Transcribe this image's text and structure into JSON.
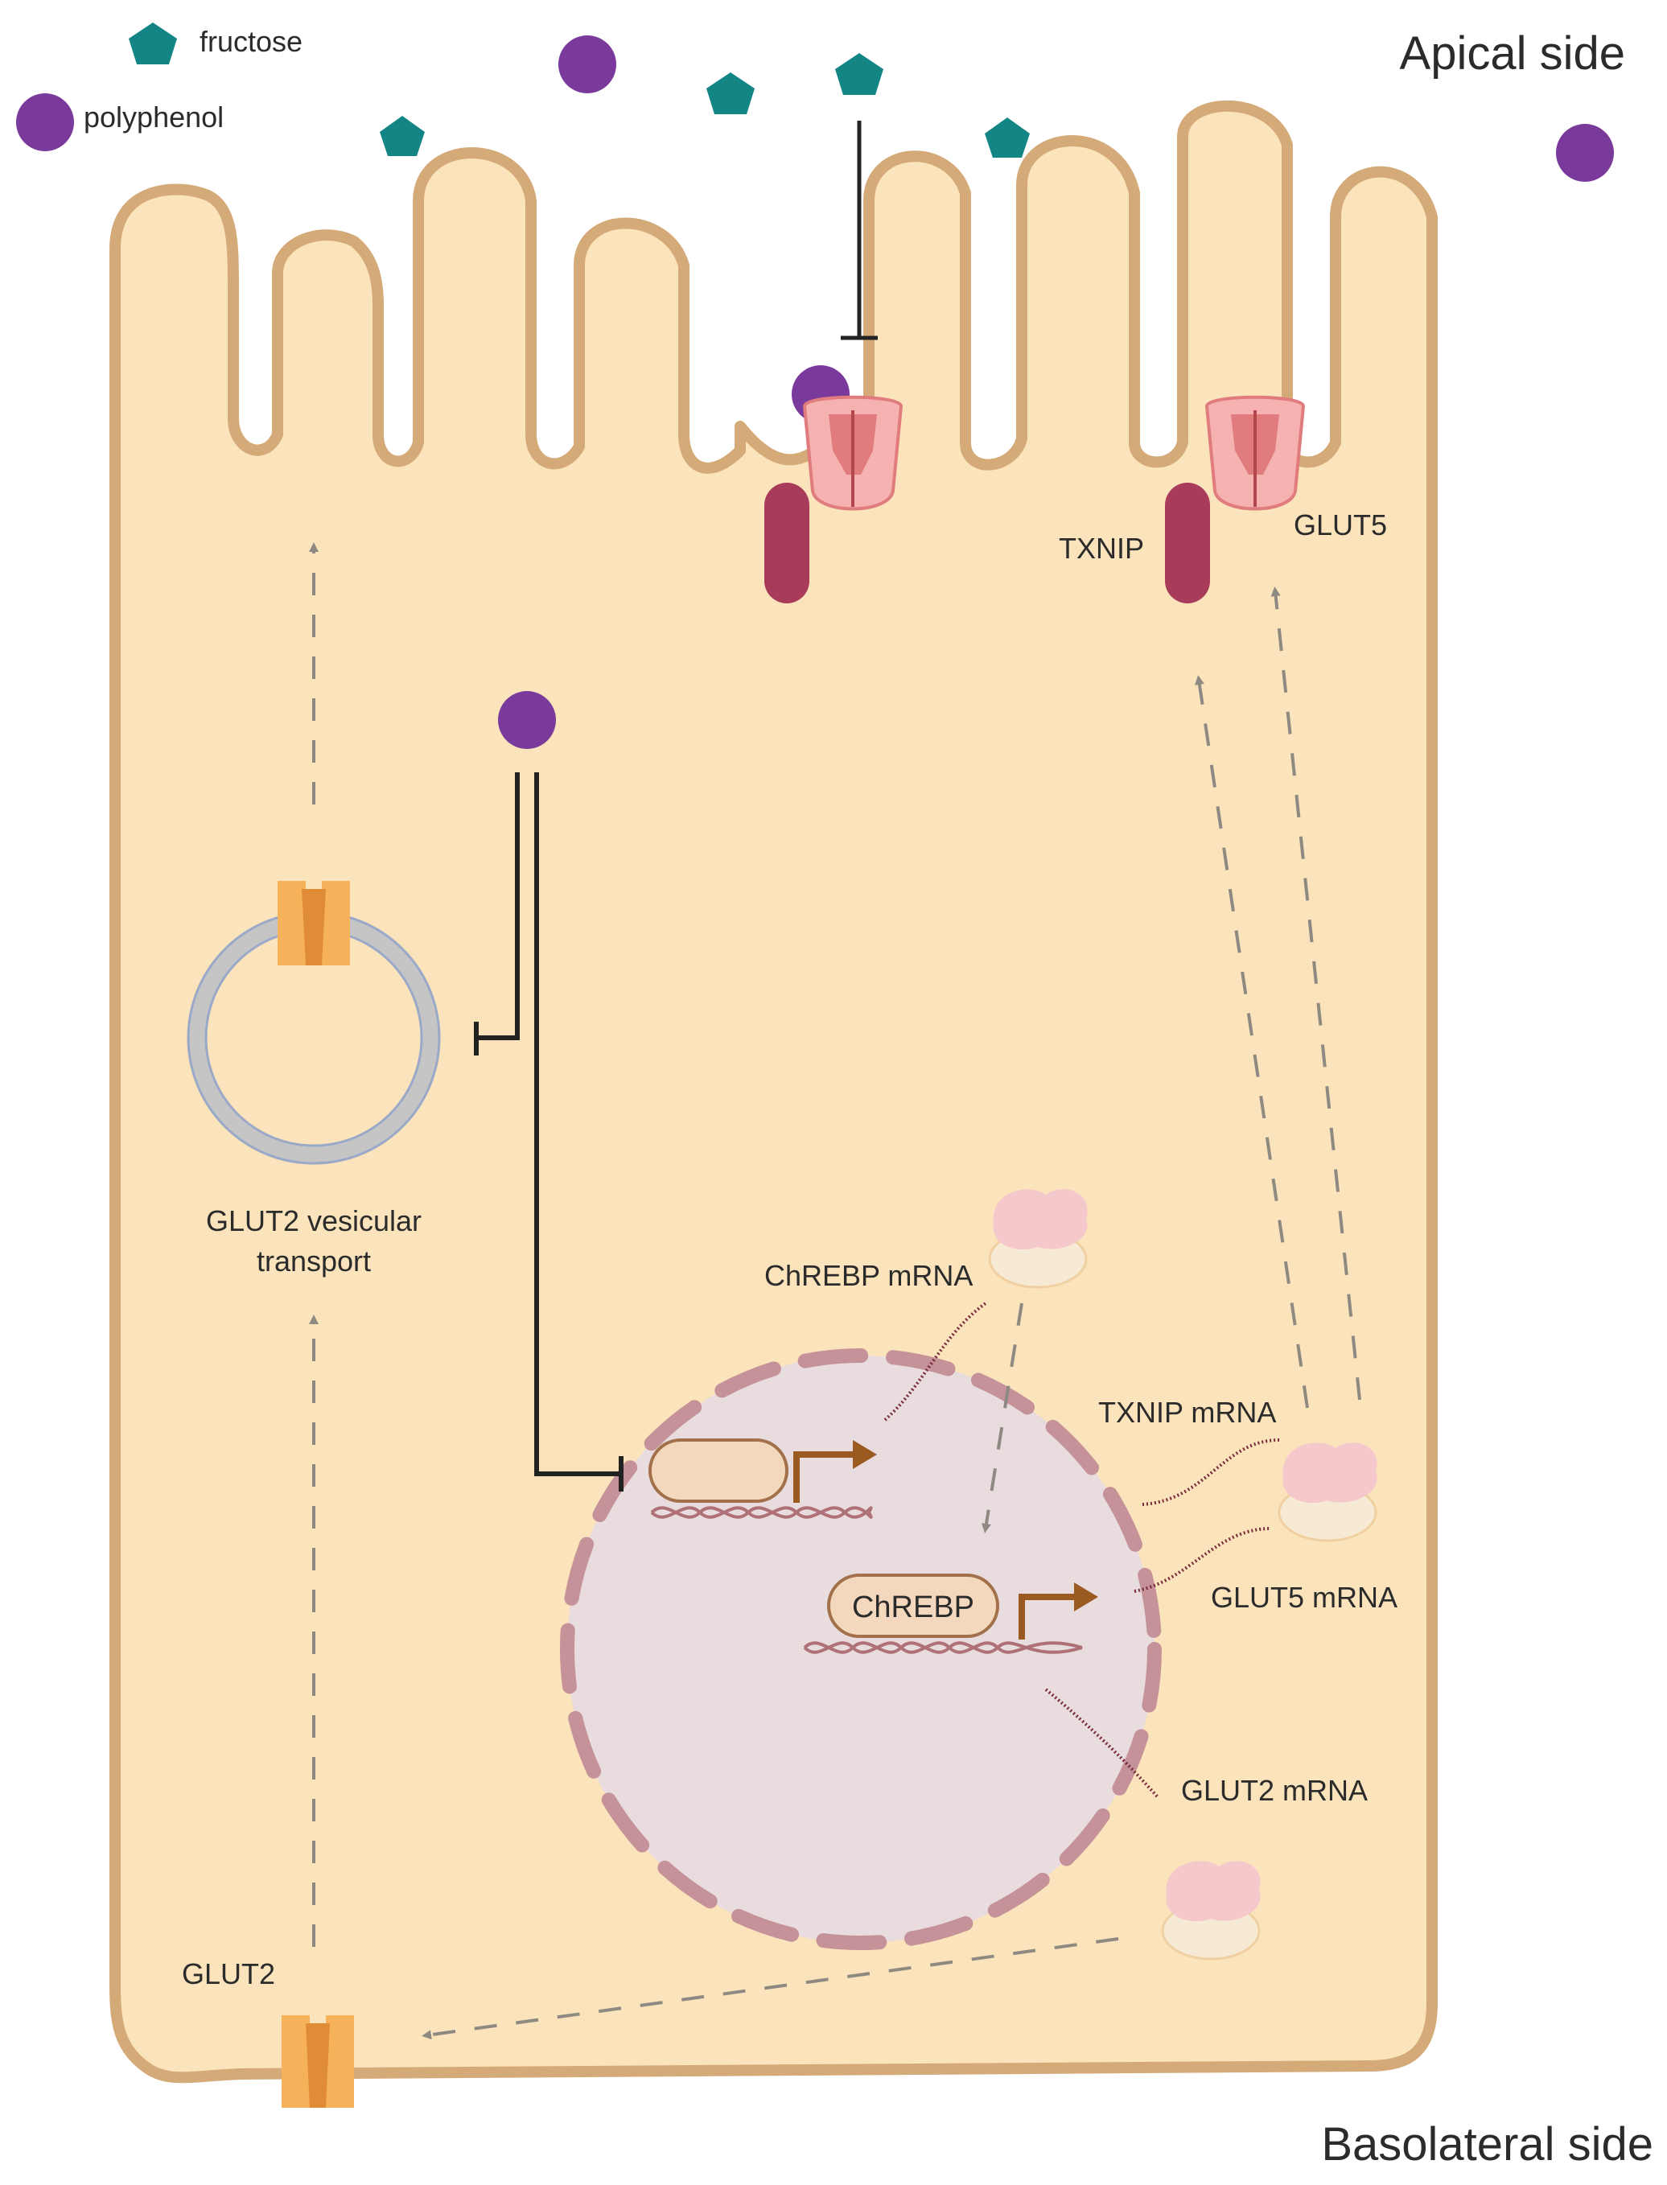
{
  "legend": {
    "fructose": "fructose",
    "polyphenol": "polyphenol"
  },
  "sides": {
    "apical": "Apical side",
    "basolateral": "Basolateral side"
  },
  "labels": {
    "txnip": "TXNIP",
    "glut5": "GLUT5",
    "glut2_vesicular_line1": "GLUT2 vesicular",
    "glut2_vesicular_line2": "transport",
    "chrebp_mrna": "ChREBP mRNA",
    "txnip_mrna": "TXNIP mRNA",
    "glut5_mrna": "GLUT5 mRNA",
    "glut2_mrna": "GLUT2 mRNA",
    "glut2": "GLUT2",
    "chrebp": "ChREBP"
  },
  "colors": {
    "cell_fill": "#fbe3bb",
    "cell_border": "#d4aa78",
    "fructose": "#138585",
    "polyphenol": "#7a3a9c",
    "nucleus_fill": "#e8dcdf",
    "nucleus_border": "#c49298",
    "glut5": "#f1a0a0",
    "txnip": "#a83a5a",
    "glut2": "#f5b25a",
    "arrow_dash": "#8e8a82",
    "dna": "#b07078",
    "promoter_arrow": "#9a5a20"
  }
}
